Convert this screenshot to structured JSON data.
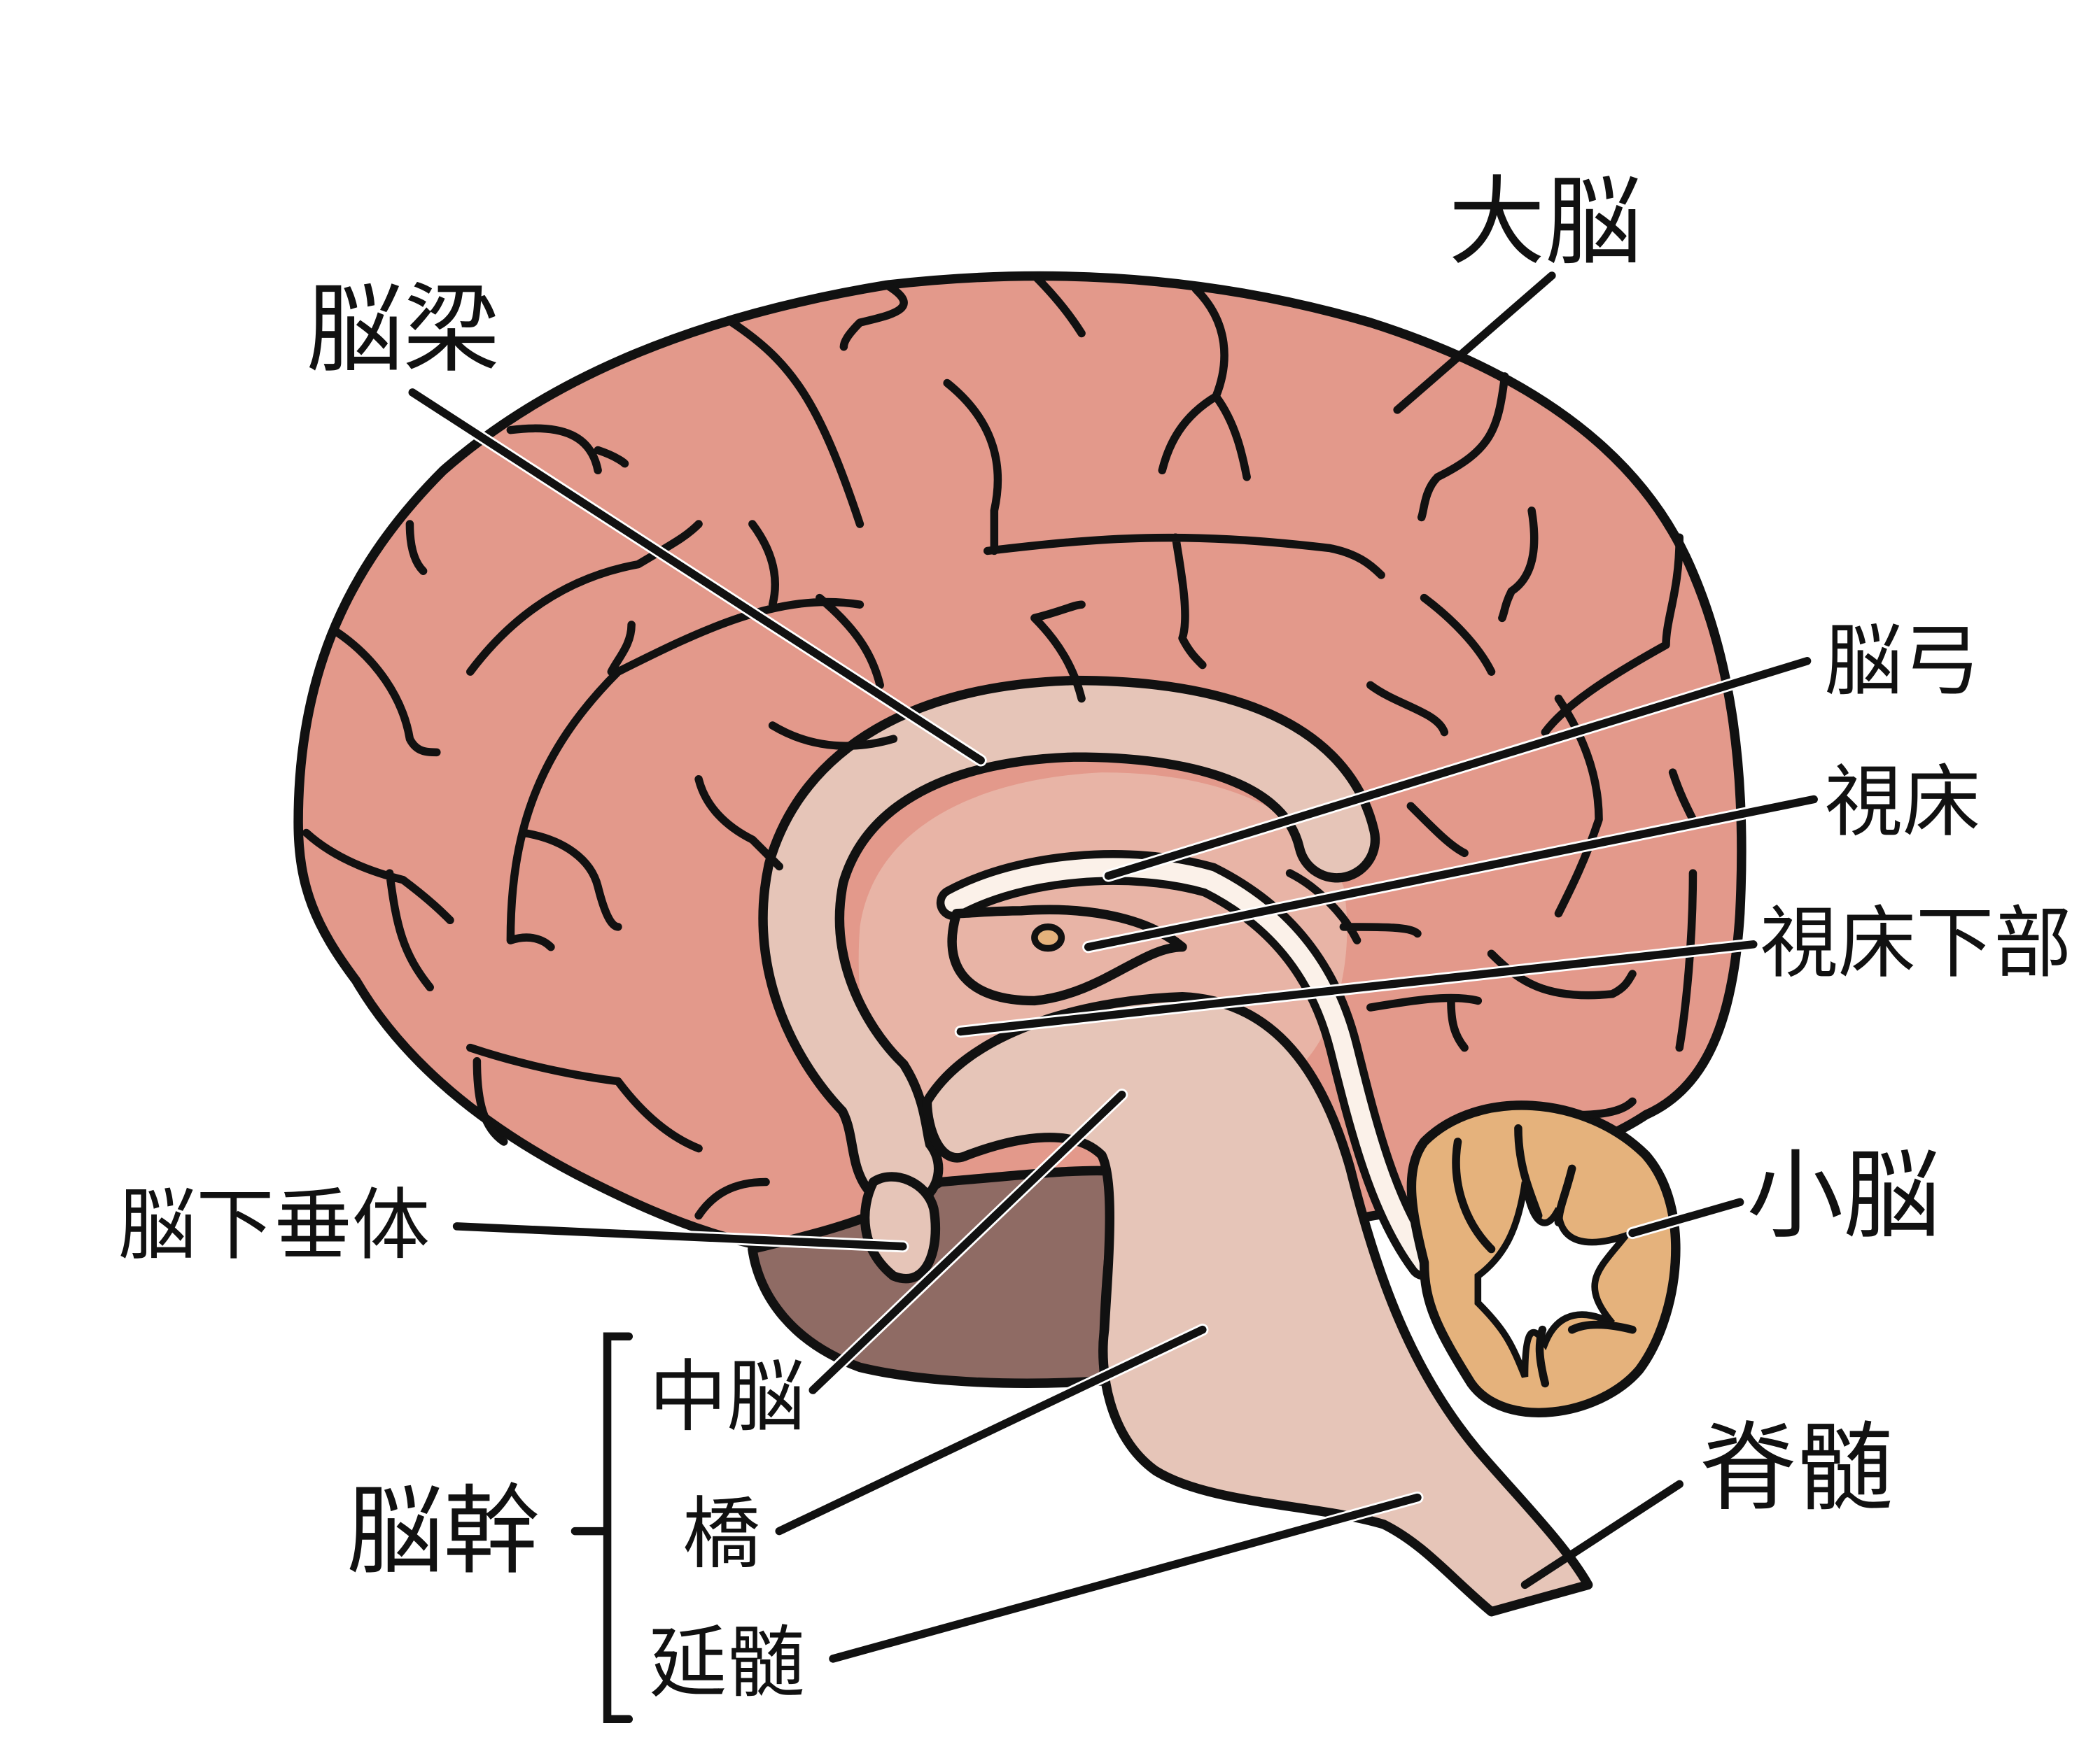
{
  "title": "脳の断面図",
  "colors": {
    "cerebrum": "#e3998b",
    "inner": "#e8b4a6",
    "callosum": "#e6c5b8",
    "brainstem": "#e6c5b8",
    "hidden": "#8f6b64",
    "cerebellum": "#e5b27c",
    "fornix": "#fbf1e9",
    "outline": "#111111"
  },
  "labels": {
    "cerebrum": "大脳",
    "corpus_callosum": "脳梁",
    "fornix": "脳弓",
    "thalamus": "視床",
    "hypothalamus": "視床下部",
    "cerebellum": "小脳",
    "spinal_cord": "脊髄",
    "pituitary": "脳下垂体",
    "brainstem": "脳幹",
    "midbrain": "中脳",
    "pons": "橋",
    "medulla": "延髄"
  }
}
